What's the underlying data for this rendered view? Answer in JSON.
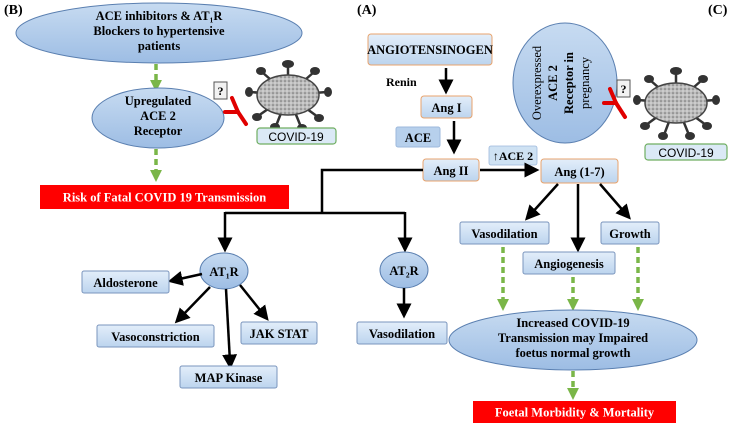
{
  "panels": {
    "a": "(A)",
    "b": "(B)",
    "c": "(C)"
  },
  "colors": {
    "box_fill": "#cfe2f3",
    "box_stroke": "#e8a36c",
    "ellipse_fill": "#a9c6e8",
    "warning_red": "#ff0000",
    "dashed_green": "#7ab648",
    "receptor_red": "#e00000"
  },
  "panel_b": {
    "ellipse_top": [
      "ACE inhibitors & AT₁R",
      "Blockers to hypertensive",
      "patients"
    ],
    "ellipse_receptor": [
      "Upregulated",
      "ACE 2",
      "Receptor"
    ],
    "question": "?",
    "covid_label": "COVID-19",
    "risk": "Risk of Fatal COVID 19 Transmission"
  },
  "panel_a": {
    "angiotensinogen": "ANGIOTENSINOGEN",
    "renin": "Renin",
    "ang1": "Ang I",
    "ace": "ACE",
    "ang2": "Ang II",
    "ace2": "↑ACE 2",
    "ang17": "Ang (1-7)",
    "at1r": "AT₁R",
    "at2r": "AT₂R",
    "aldosterone": "Aldosterone",
    "vasoconstriction": "Vasoconstriction",
    "jak_stat": "JAK STAT",
    "map_kinase": "MAP Kinase",
    "vasodilation_at2": "Vasodilation"
  },
  "panel_c": {
    "overexpressed": [
      "Overexpressed",
      "ACE 2",
      "Receptor in",
      "pregnancy"
    ],
    "question": "?",
    "covid_label": "COVID-19",
    "vasodilation": "Vasodilation",
    "growth": "Growth",
    "angiogenesis": "Angiogenesis",
    "increased": [
      "Increased COVID-19",
      "Transmission may Impaired",
      "foetus normal growth"
    ],
    "foetal": "Foetal Morbidity & Mortality"
  }
}
